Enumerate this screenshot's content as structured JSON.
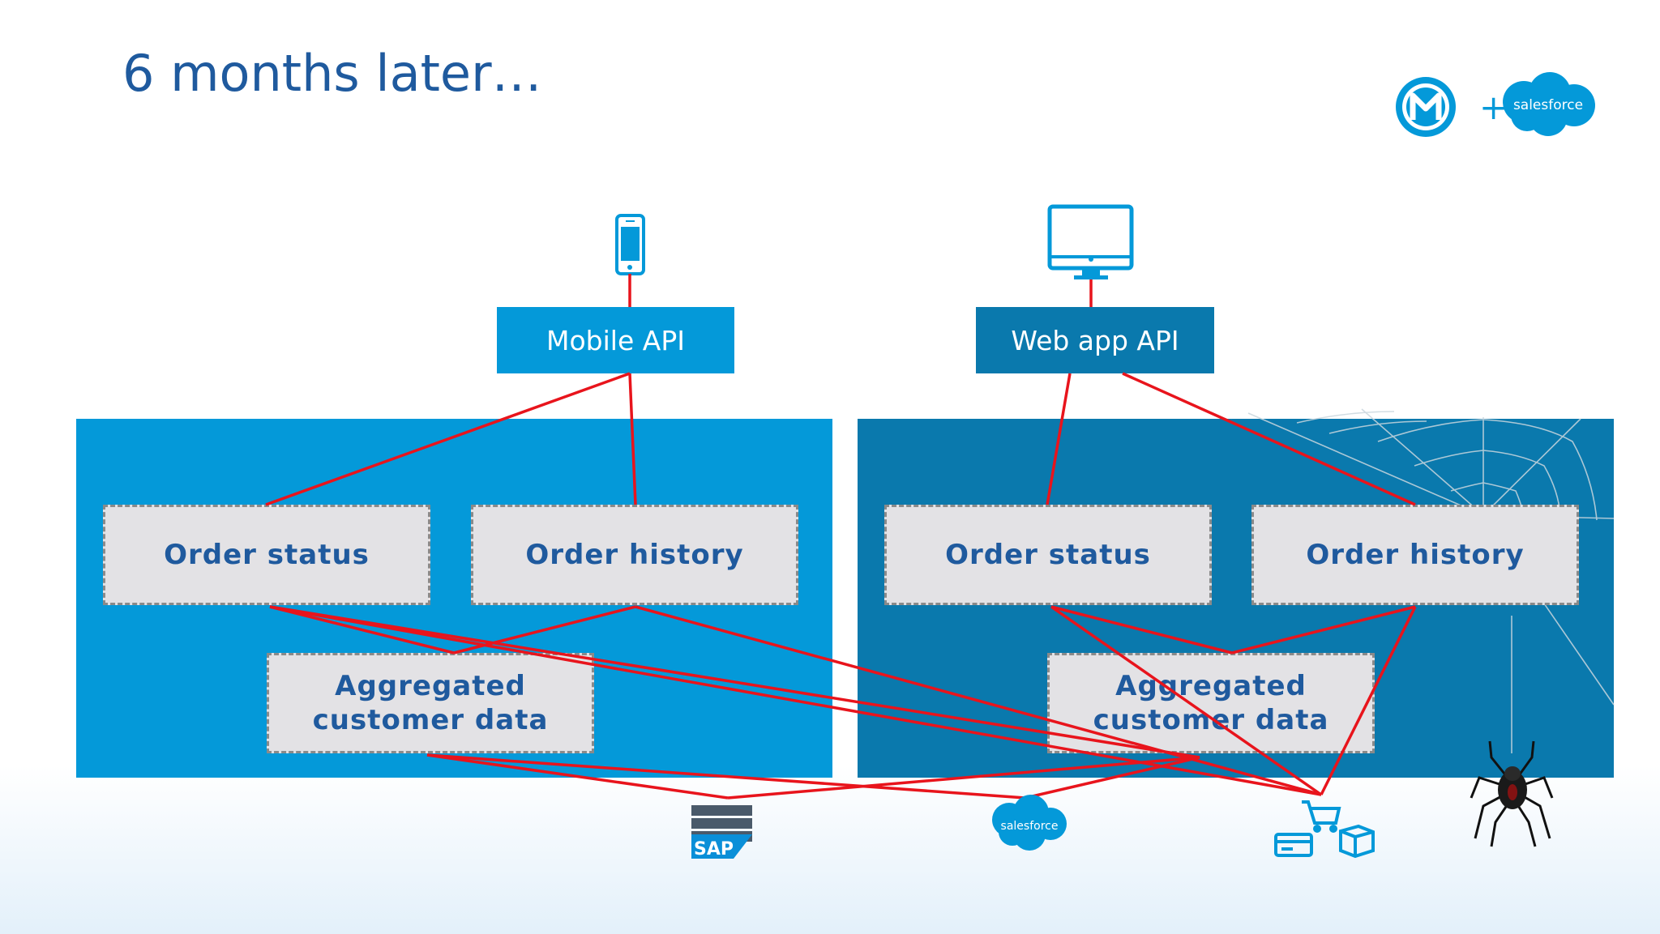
{
  "slide": {
    "title": "6 months later…"
  },
  "branding": {
    "plus": "+",
    "salesforce_label": "salesforce"
  },
  "apis": {
    "mobile": "Mobile API",
    "web": "Web app API"
  },
  "left_panel": {
    "order_status": "Order status",
    "order_history": "Order history",
    "aggregated_line1": "Aggregated",
    "aggregated_line2": "customer data"
  },
  "right_panel": {
    "order_status": "Order status",
    "order_history": "Order history",
    "aggregated_line1": "Aggregated",
    "aggregated_line2": "customer data"
  },
  "backends": {
    "sap_label": "SAP",
    "salesforce_label": "salesforce"
  },
  "colors": {
    "title": "#1f5a9e",
    "left_panel": "#0499d9",
    "right_panel": "#0a79ad",
    "service_box": "#e3e2e5",
    "service_text": "#1f5a9e",
    "connector": "#e8141c",
    "icon_blue": "#0499d9"
  },
  "icons": [
    "mulesoft-logo-icon",
    "salesforce-cloud-icon",
    "mobile-phone-icon",
    "desktop-monitor-icon",
    "sap-server-icon",
    "salesforce-cloud-icon",
    "ecommerce-icon",
    "cobweb-icon",
    "spider-icon"
  ]
}
